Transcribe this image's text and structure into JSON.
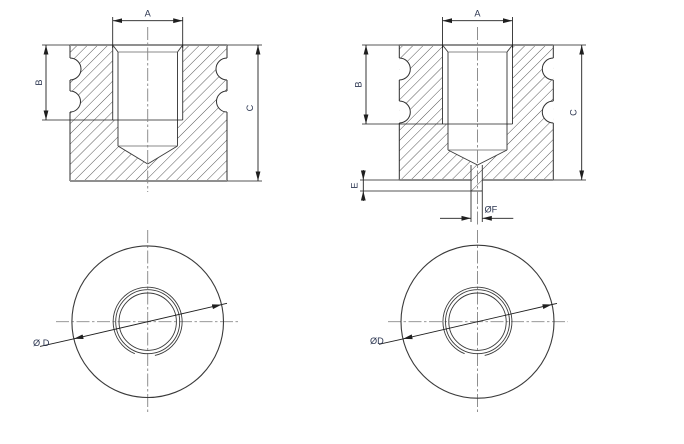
{
  "colors": {
    "background": "#ffffff",
    "outline": "#8f8f8f",
    "line": "#2f2f2f",
    "hatch": "#3c3c3c",
    "dimension": "#1f1f1f",
    "centerline": "#8a8a8a",
    "label": "#2b3550"
  },
  "views": {
    "section_blind": {
      "description": "cross-section of blind threaded insert",
      "labels": {
        "a": "A",
        "b": "B",
        "c": "C"
      }
    },
    "section_through": {
      "description": "cross-section of threaded insert with pierced bottom hole",
      "labels": {
        "a": "A",
        "b": "B",
        "c": "C",
        "e": "E",
        "f": "ØF"
      }
    },
    "plan_blind": {
      "description": "bottom/plan view of blind insert",
      "labels": {
        "d": "Ø D"
      }
    },
    "plan_through": {
      "description": "bottom/plan view of pierced insert",
      "labels": {
        "d": "ØD"
      }
    }
  }
}
